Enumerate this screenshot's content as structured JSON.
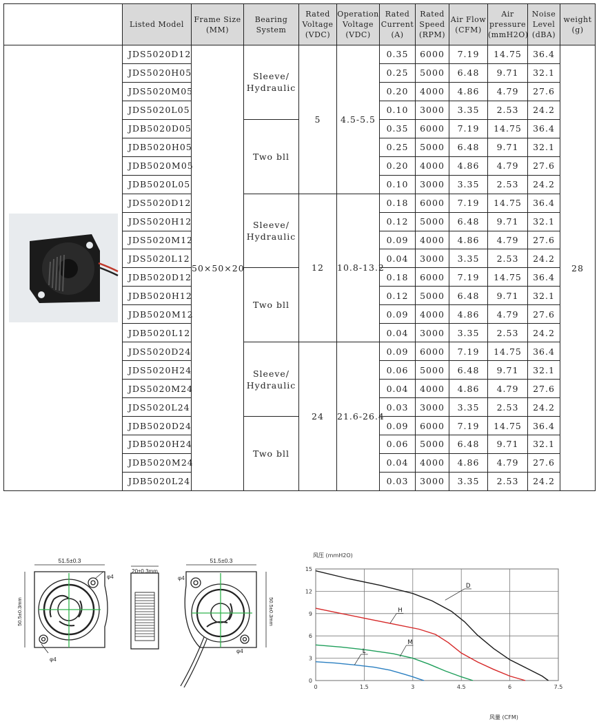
{
  "table": {
    "headers": [
      "Listed Model",
      "Frame Size (MM)",
      "Bearing System",
      "Rated Voltage (VDC)",
      "Operation Voltage (VDC)",
      "Rated Current (A)",
      "Rated Speed (RPM)",
      "Air Flow (CFM)",
      "Air pressure (mmH2O)",
      "Noise Level (dBA)",
      "weight (g)"
    ],
    "frame_size": "50×50×20",
    "weight": "28",
    "bearing_labels": [
      "Sleeve/ Hydraulic",
      "Two bll",
      "Sleeve/ Hydraulic",
      "Two bll",
      "Sleeve/ Hydraulic",
      "Two bll"
    ],
    "rated_voltage": [
      "5",
      "12",
      "24"
    ],
    "operation_voltage": [
      "4.5-5.5",
      "10.8-13.2",
      "21.6-26.4"
    ],
    "rows": [
      {
        "model": "JDS5020D12",
        "current": "0.35",
        "speed": "6000",
        "airflow": "7.19",
        "pressure": "14.75",
        "noise": "36.4"
      },
      {
        "model": "JDS5020H05",
        "current": "0.25",
        "speed": "5000",
        "airflow": "6.48",
        "pressure": "9.71",
        "noise": "32.1"
      },
      {
        "model": "JDS5020M05",
        "current": "0.20",
        "speed": "4000",
        "airflow": "4.86",
        "pressure": "4.79",
        "noise": "27.6"
      },
      {
        "model": "JDS5020L05",
        "current": "0.10",
        "speed": "3000",
        "airflow": "3.35",
        "pressure": "2.53",
        "noise": "24.2"
      },
      {
        "model": "JDB5020D05",
        "current": "0.35",
        "speed": "6000",
        "airflow": "7.19",
        "pressure": "14.75",
        "noise": "36.4"
      },
      {
        "model": "JDB5020H05",
        "current": "0.25",
        "speed": "5000",
        "airflow": "6.48",
        "pressure": "9.71",
        "noise": "32.1"
      },
      {
        "model": "JDB5020M05",
        "current": "0.20",
        "speed": "4000",
        "airflow": "4.86",
        "pressure": "4.79",
        "noise": "27.6"
      },
      {
        "model": "JDB5020L05",
        "current": "0.10",
        "speed": "3000",
        "airflow": "3.35",
        "pressure": "2.53",
        "noise": "24.2"
      },
      {
        "model": "JDS5020D12",
        "current": "0.18",
        "speed": "6000",
        "airflow": "7.19",
        "pressure": "14.75",
        "noise": "36.4"
      },
      {
        "model": "JDS5020H12",
        "current": "0.12",
        "speed": "5000",
        "airflow": "6.48",
        "pressure": "9.71",
        "noise": "32.1"
      },
      {
        "model": "JDS5020M12",
        "current": "0.09",
        "speed": "4000",
        "airflow": "4.86",
        "pressure": "4.79",
        "noise": "27.6"
      },
      {
        "model": "JDS5020L12",
        "current": "0.04",
        "speed": "3000",
        "airflow": "3.35",
        "pressure": "2.53",
        "noise": "24.2"
      },
      {
        "model": "JDB5020D12",
        "current": "0.18",
        "speed": "6000",
        "airflow": "7.19",
        "pressure": "14.75",
        "noise": "36.4"
      },
      {
        "model": "JDB5020H12",
        "current": "0.12",
        "speed": "5000",
        "airflow": "6.48",
        "pressure": "9.71",
        "noise": "32.1"
      },
      {
        "model": "JDB5020M12",
        "current": "0.09",
        "speed": "4000",
        "airflow": "4.86",
        "pressure": "4.79",
        "noise": "27.6"
      },
      {
        "model": "JDB5020L12",
        "current": "0.04",
        "speed": "3000",
        "airflow": "3.35",
        "pressure": "2.53",
        "noise": "24.2"
      },
      {
        "model": "JDS5020D24",
        "current": "0.09",
        "speed": "6000",
        "airflow": "7.19",
        "pressure": "14.75",
        "noise": "36.4"
      },
      {
        "model": "JDS5020H24",
        "current": "0.06",
        "speed": "5000",
        "airflow": "6.48",
        "pressure": "9.71",
        "noise": "32.1"
      },
      {
        "model": "JDS5020M24",
        "current": "0.04",
        "speed": "4000",
        "airflow": "4.86",
        "pressure": "4.79",
        "noise": "27.6"
      },
      {
        "model": "JDS5020L24",
        "current": "0.03",
        "speed": "3000",
        "airflow": "3.35",
        "pressure": "2.53",
        "noise": "24.2"
      },
      {
        "model": "JDB5020D24",
        "current": "0.09",
        "speed": "6000",
        "airflow": "7.19",
        "pressure": "14.75",
        "noise": "36.4"
      },
      {
        "model": "JDB5020H24",
        "current": "0.06",
        "speed": "5000",
        "airflow": "6.48",
        "pressure": "9.71",
        "noise": "32.1"
      },
      {
        "model": "JDB5020M24",
        "current": "0.04",
        "speed": "4000",
        "airflow": "4.86",
        "pressure": "4.79",
        "noise": "27.6"
      },
      {
        "model": "JDB5020L24",
        "current": "0.03",
        "speed": "3000",
        "airflow": "3.35",
        "pressure": "2.53",
        "noise": "24.2"
      }
    ]
  },
  "drawings": {
    "width_dim": "51.5±0.3",
    "width_dim_2": "51.5±0.3",
    "height_dim": "50.5±0.3mm",
    "height_dim_2": "50.5±0.3mm",
    "depth_dim": "20±0.3mm",
    "hole_dim": "φ4",
    "hole_dim_2": "φ4",
    "hole_dim_3": "φ4",
    "hole_dim_4": "φ4"
  },
  "chart_data": {
    "type": "line",
    "ylabel": "风压 (mmH2O)",
    "xlabel": "风量 (CFM)",
    "xlim": [
      0,
      7.5
    ],
    "ylim": [
      0,
      15
    ],
    "x_ticks": [
      "0",
      "1.5",
      "3",
      "4.5",
      "6",
      "7.5"
    ],
    "y_ticks": [
      "0",
      "3",
      "6",
      "9",
      "12",
      "15"
    ],
    "grid": true,
    "series": [
      {
        "name": "D",
        "color": "#1a1a1a",
        "x": [
          0,
          1,
          2,
          3,
          3.6,
          4.2,
          4.6,
          5,
          5.5,
          6,
          6.5,
          7,
          7.19
        ],
        "y": [
          14.75,
          13.7,
          12.8,
          11.7,
          10.7,
          9.3,
          7.9,
          6.1,
          4.3,
          2.8,
          1.7,
          0.6,
          0
        ]
      },
      {
        "name": "H",
        "color": "#d62828",
        "x": [
          0,
          0.8,
          1.6,
          2.4,
          3.2,
          3.7,
          4.1,
          4.5,
          5,
          5.5,
          6,
          6.48
        ],
        "y": [
          9.71,
          9.0,
          8.3,
          7.6,
          6.9,
          6.2,
          5.1,
          3.7,
          2.5,
          1.5,
          0.6,
          0
        ]
      },
      {
        "name": "M",
        "color": "#1e9e5a",
        "x": [
          0,
          0.8,
          1.6,
          2.4,
          3,
          3.5,
          4,
          4.5,
          4.86
        ],
        "y": [
          4.79,
          4.5,
          4.1,
          3.6,
          3.0,
          2.2,
          1.3,
          0.5,
          0
        ]
      },
      {
        "name": "L",
        "color": "#2a7fc1",
        "x": [
          0,
          0.6,
          1.2,
          1.8,
          2.3,
          2.7,
          3.0,
          3.2,
          3.35
        ],
        "y": [
          2.53,
          2.35,
          2.1,
          1.8,
          1.4,
          0.9,
          0.5,
          0.2,
          0
        ]
      }
    ]
  }
}
